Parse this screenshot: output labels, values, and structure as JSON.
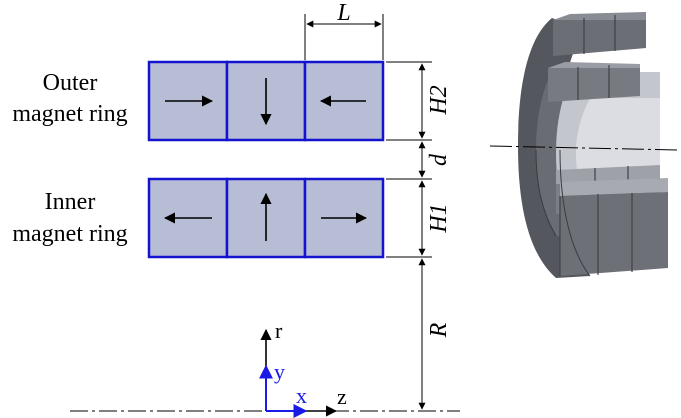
{
  "labels": {
    "outer_line1": "Outer",
    "outer_line2": "magnet ring",
    "inner_line1": "Inner",
    "inner_line2": "magnet ring"
  },
  "dimensions": {
    "L": "L",
    "H2": "H2",
    "d": "d",
    "H1": "H1",
    "R": "R"
  },
  "axes": {
    "r": "r",
    "y": "y",
    "x": "x",
    "z": "z"
  },
  "colors": {
    "magnet_fill": "#b8bdd6",
    "magnet_border": "#1414d0",
    "axis_blue": "#1a1ae6",
    "solid_dark": "#505259",
    "solid_mid": "#6c6e76",
    "solid_light": "#9a9ca4",
    "solid_bore": "#c9cad0"
  },
  "magnet_directions": {
    "outer": [
      "right",
      "down",
      "left"
    ],
    "inner": [
      "left",
      "up",
      "right"
    ]
  }
}
